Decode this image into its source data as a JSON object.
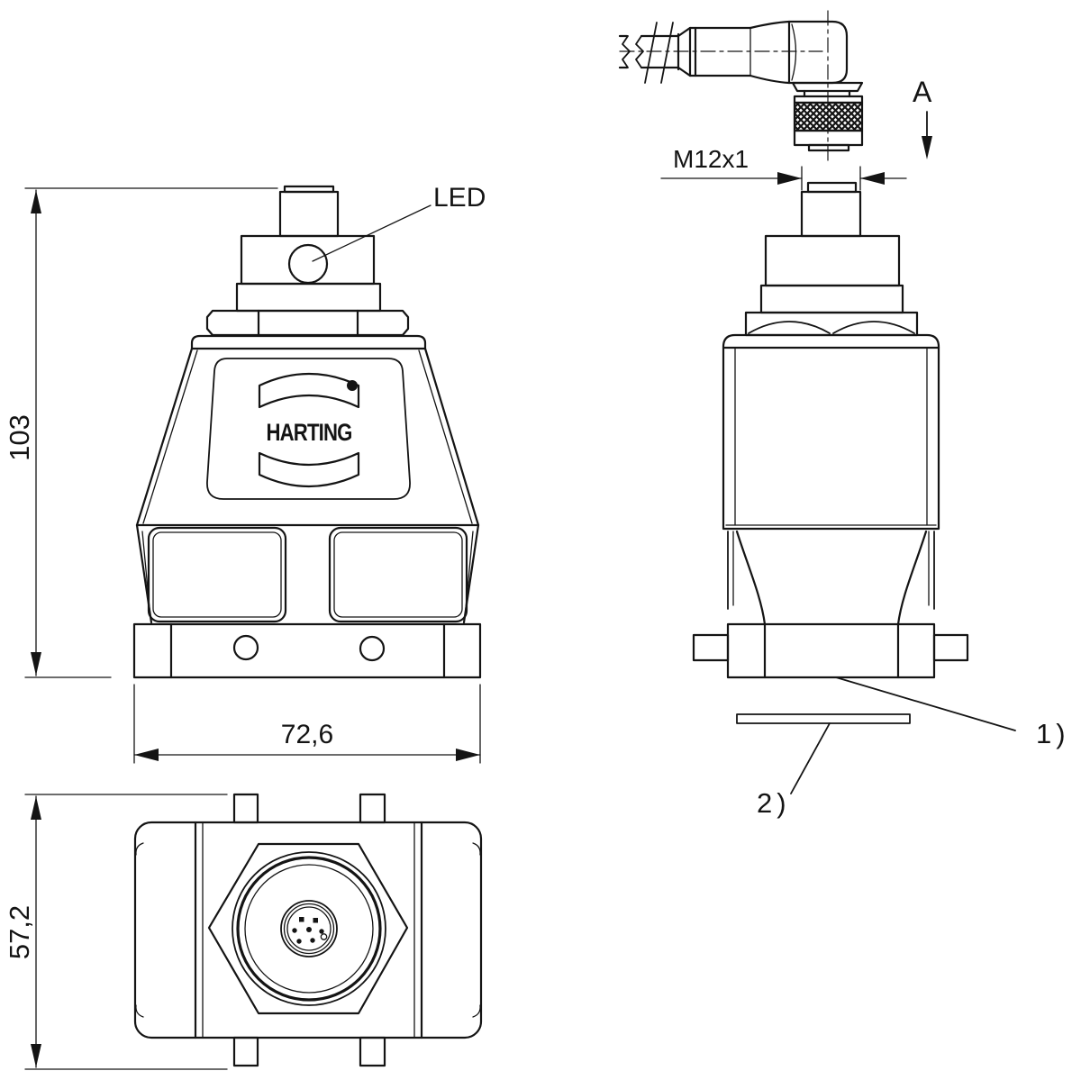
{
  "colors": {
    "line": "#141414",
    "background": "#ffffff"
  },
  "labels": {
    "led": "LED",
    "thread": "M12x1",
    "section": "A",
    "callout_1": "1)",
    "callout_2": "2)",
    "logo": "HARTING"
  },
  "dimensions": {
    "height": "103",
    "width": "72,6",
    "depth": "57,2"
  }
}
